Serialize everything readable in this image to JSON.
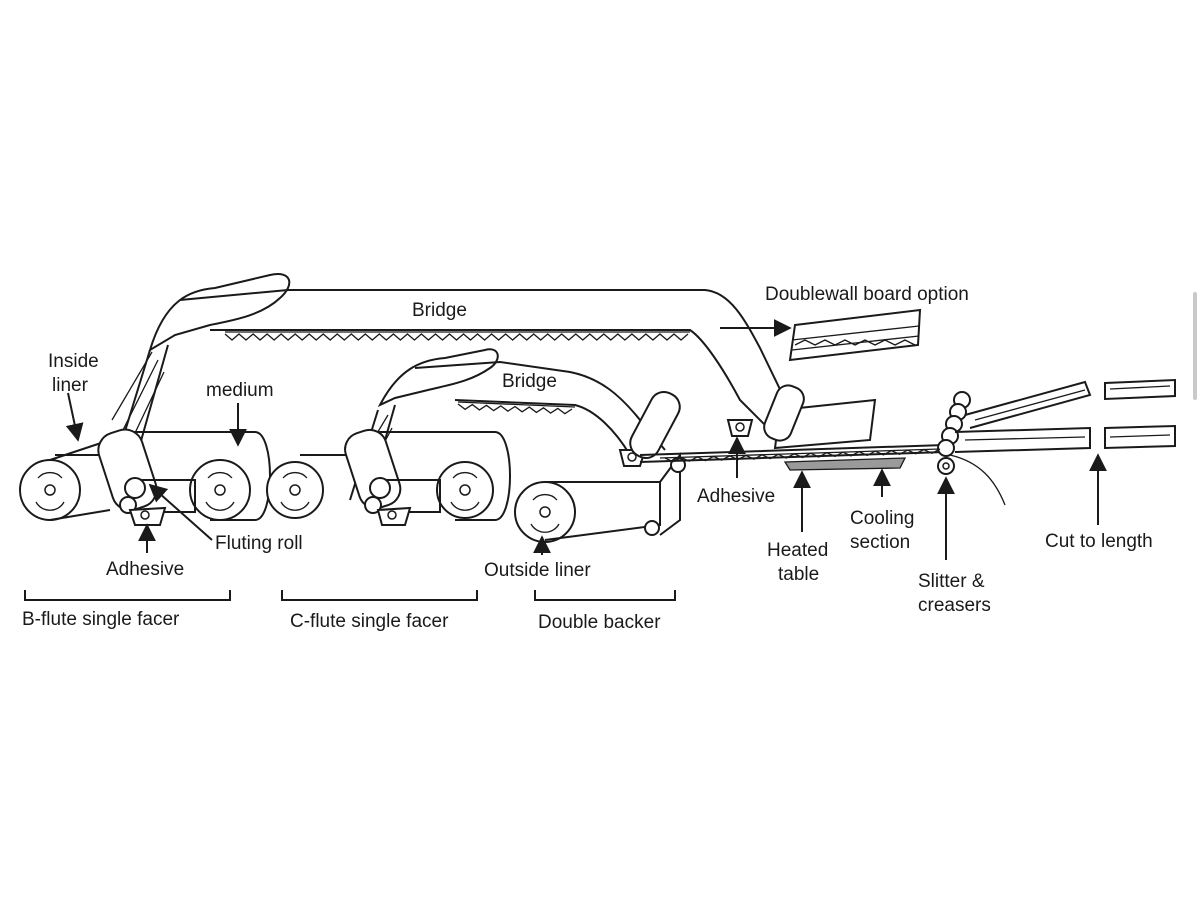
{
  "labels": {
    "bridge_upper": "Bridge",
    "bridge_lower": "Bridge",
    "doublewall": "Doublewall board option",
    "inside_liner_1": "Inside",
    "inside_liner_2": "liner",
    "medium": "medium",
    "fluting_roll": "Fluting roll",
    "adhesive_b": "Adhesive",
    "adhesive_db": "Adhesive",
    "outside_liner": "Outside liner",
    "heated_table_1": "Heated",
    "heated_table_2": "table",
    "cooling_1": "Cooling",
    "cooling_2": "section",
    "slitter_1": "Slitter &",
    "slitter_2": "creasers",
    "cut_to_length": "Cut to length"
  },
  "sections": {
    "b_flute": "B-flute single facer",
    "c_flute": "C-flute single facer",
    "double_backer": "Double backer"
  },
  "colors": {
    "line": "#1a1a1a",
    "heated_table": "#9a9a9a"
  },
  "icons": [
    "arrow-icon",
    "roll-icon",
    "gear-icon"
  ]
}
